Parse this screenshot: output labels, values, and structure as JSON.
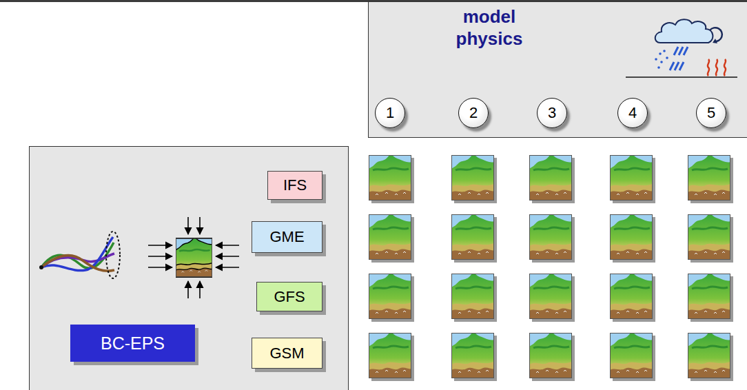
{
  "diagram": {
    "nodes": [
      {
        "text": [
          "model physics"
        ]
      },
      {
        "text": [
          "1"
        ],
        "in": 0
      },
      {
        "text": [
          "2"
        ],
        "in": 0
      },
      {
        "text": [
          "3"
        ],
        "in": 0
      },
      {
        "text": [
          "4"
        ],
        "in": 0
      },
      {
        "text": [
          "5"
        ],
        "in": 0
      },
      {
        "text": [
          "IFS"
        ]
      },
      {
        "text": [
          "GME"
        ]
      },
      {
        "text": [
          "GFS"
        ]
      },
      {
        "text": [
          "BC-EPS"
        ]
      },
      {
        "text": [
          "GSM"
        ]
      }
    ]
  }
}
